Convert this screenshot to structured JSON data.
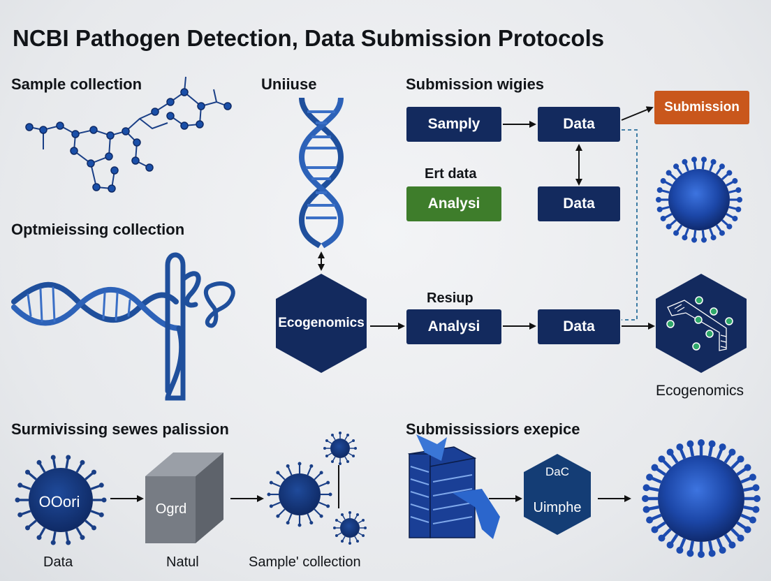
{
  "title": "NCBI Pathogen Detection, Data Submission Protocols",
  "sections": {
    "sample_collection": "Sample collection",
    "uniiuse": "Uniiuse",
    "submission_wigies": "Submission wigies",
    "optmieissing": "Optmieissing collection",
    "surmivissing": "Surmivissing sewes palission",
    "submississiors": "Submississiors exepice"
  },
  "flow": {
    "samply": "Samply",
    "data_top": "Data",
    "submission": "Submission",
    "ert_data": "Ert data",
    "analysi_green": "Analysi",
    "data_mid": "Data",
    "resiup": "Resiup",
    "ecogenomics_hex": "Ecogenomics",
    "analysi_navy": "Analysi",
    "data_low": "Data",
    "ecogenomics_caption": "Ecogenomics"
  },
  "bottom": {
    "oori": "OOori",
    "ogrd": "Ogrd",
    "dac": "DaC",
    "uimphe": "Uimphe",
    "data_caption": "Data",
    "natul_caption": "Natul",
    "sample_caption": "Sample' collection"
  },
  "colors": {
    "navy": "#132a5e",
    "green": "#3e7d2b",
    "orange": "#c9571c",
    "dna_blue": "#1f4f9c",
    "virus_blue": "#1c4bb0"
  }
}
